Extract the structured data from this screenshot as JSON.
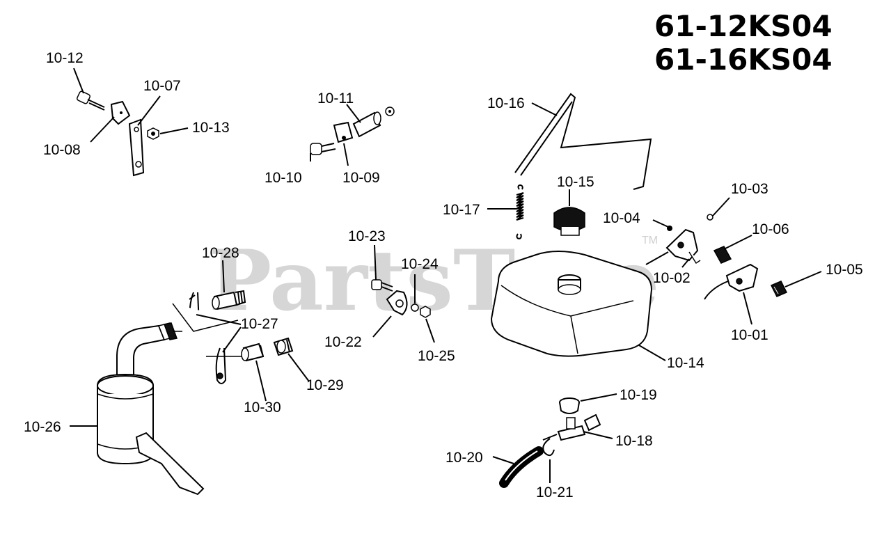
{
  "model_numbers": [
    "61-12KS04",
    "61-16KS04"
  ],
  "watermark": {
    "text": "PartsTree",
    "trademark": "TM"
  },
  "callouts": {
    "p10_01": "10-01",
    "p10_02": "10-02",
    "p10_03": "10-03",
    "p10_04": "10-04",
    "p10_05": "10-05",
    "p10_06": "10-06",
    "p10_07": "10-07",
    "p10_08": "10-08",
    "p10_09": "10-09",
    "p10_10": "10-10",
    "p10_11": "10-11",
    "p10_12": "10-12",
    "p10_13": "10-13",
    "p10_14": "10-14",
    "p10_15": "10-15",
    "p10_16": "10-16",
    "p10_17": "10-17",
    "p10_18": "10-18",
    "p10_19": "10-19",
    "p10_20": "10-20",
    "p10_21": "10-21",
    "p10_22": "10-22",
    "p10_23": "10-23",
    "p10_24": "10-24",
    "p10_25": "10-25",
    "p10_26": "10-26",
    "p10_27": "10-27",
    "p10_28": "10-28",
    "p10_29": "10-29",
    "p10_30": "10-30"
  }
}
